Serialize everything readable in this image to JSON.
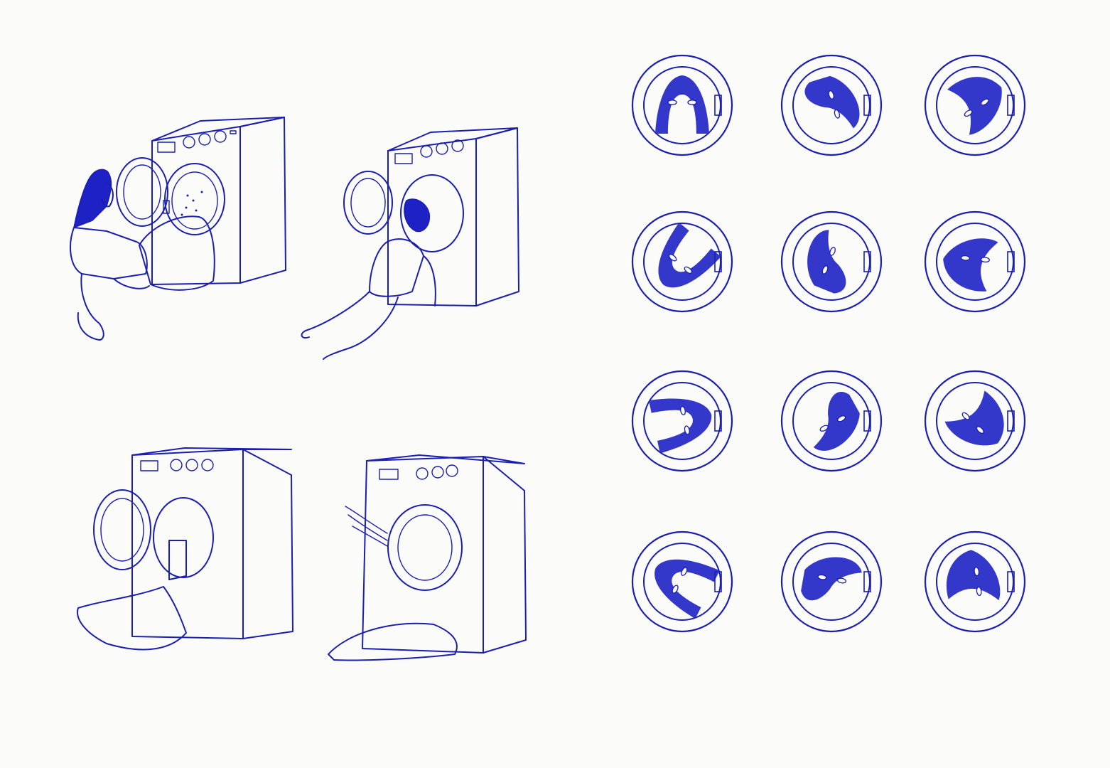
{
  "illustration": {
    "ink_color": "#1a1fb0",
    "wash_color": "#1e22c4",
    "paper_color": "#fbfbfa",
    "scenes": [
      {
        "id": "scene-loading",
        "name": "woman-kneeling-loading-washer"
      },
      {
        "id": "scene-crawling-in",
        "name": "woman-crawling-into-drum"
      },
      {
        "id": "scene-legs-in-drum",
        "name": "legs-sticking-out-of-drum"
      },
      {
        "id": "scene-door-closed",
        "name": "washer-closed-with-blanket"
      }
    ],
    "porthole_rows": 4,
    "porthole_cols": 3
  }
}
